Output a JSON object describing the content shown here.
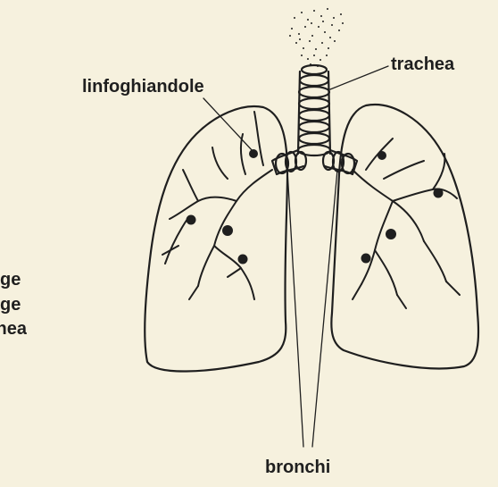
{
  "labels": {
    "lymph_nodes": "linfoghiandole",
    "trachea": "trachea",
    "bronchi": "bronchi"
  },
  "cut_text": [
    "ge",
    "ge",
    "nea"
  ],
  "colors": {
    "background": "#f6f1de",
    "ink": "#1f1f1f"
  }
}
